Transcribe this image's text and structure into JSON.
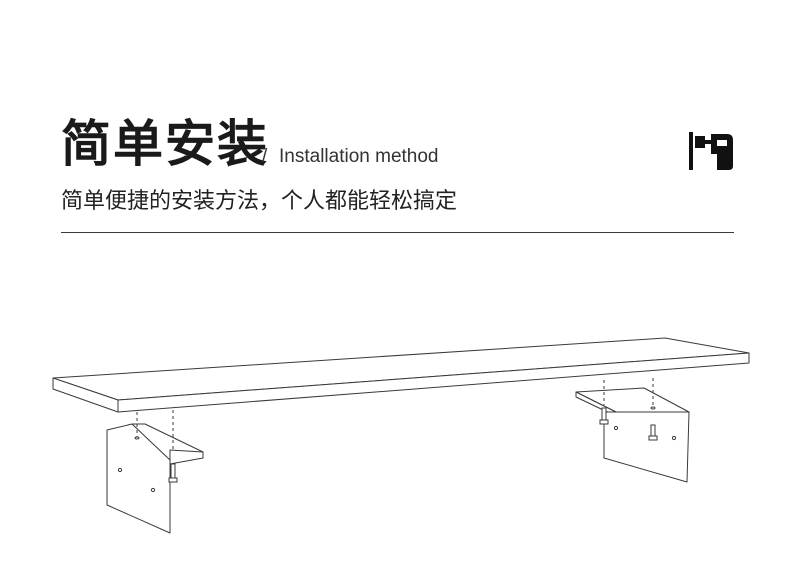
{
  "header": {
    "title": "简单安装",
    "separator": "/",
    "title_en": "Installation method",
    "subtitle": "简单便捷的安装方法，个人都能轻松搞定"
  },
  "icons": {
    "header_icon": "drill-icon"
  },
  "colors": {
    "text": "#1c1c1c",
    "line_art": "#3a3a3a",
    "background": "#ffffff"
  }
}
